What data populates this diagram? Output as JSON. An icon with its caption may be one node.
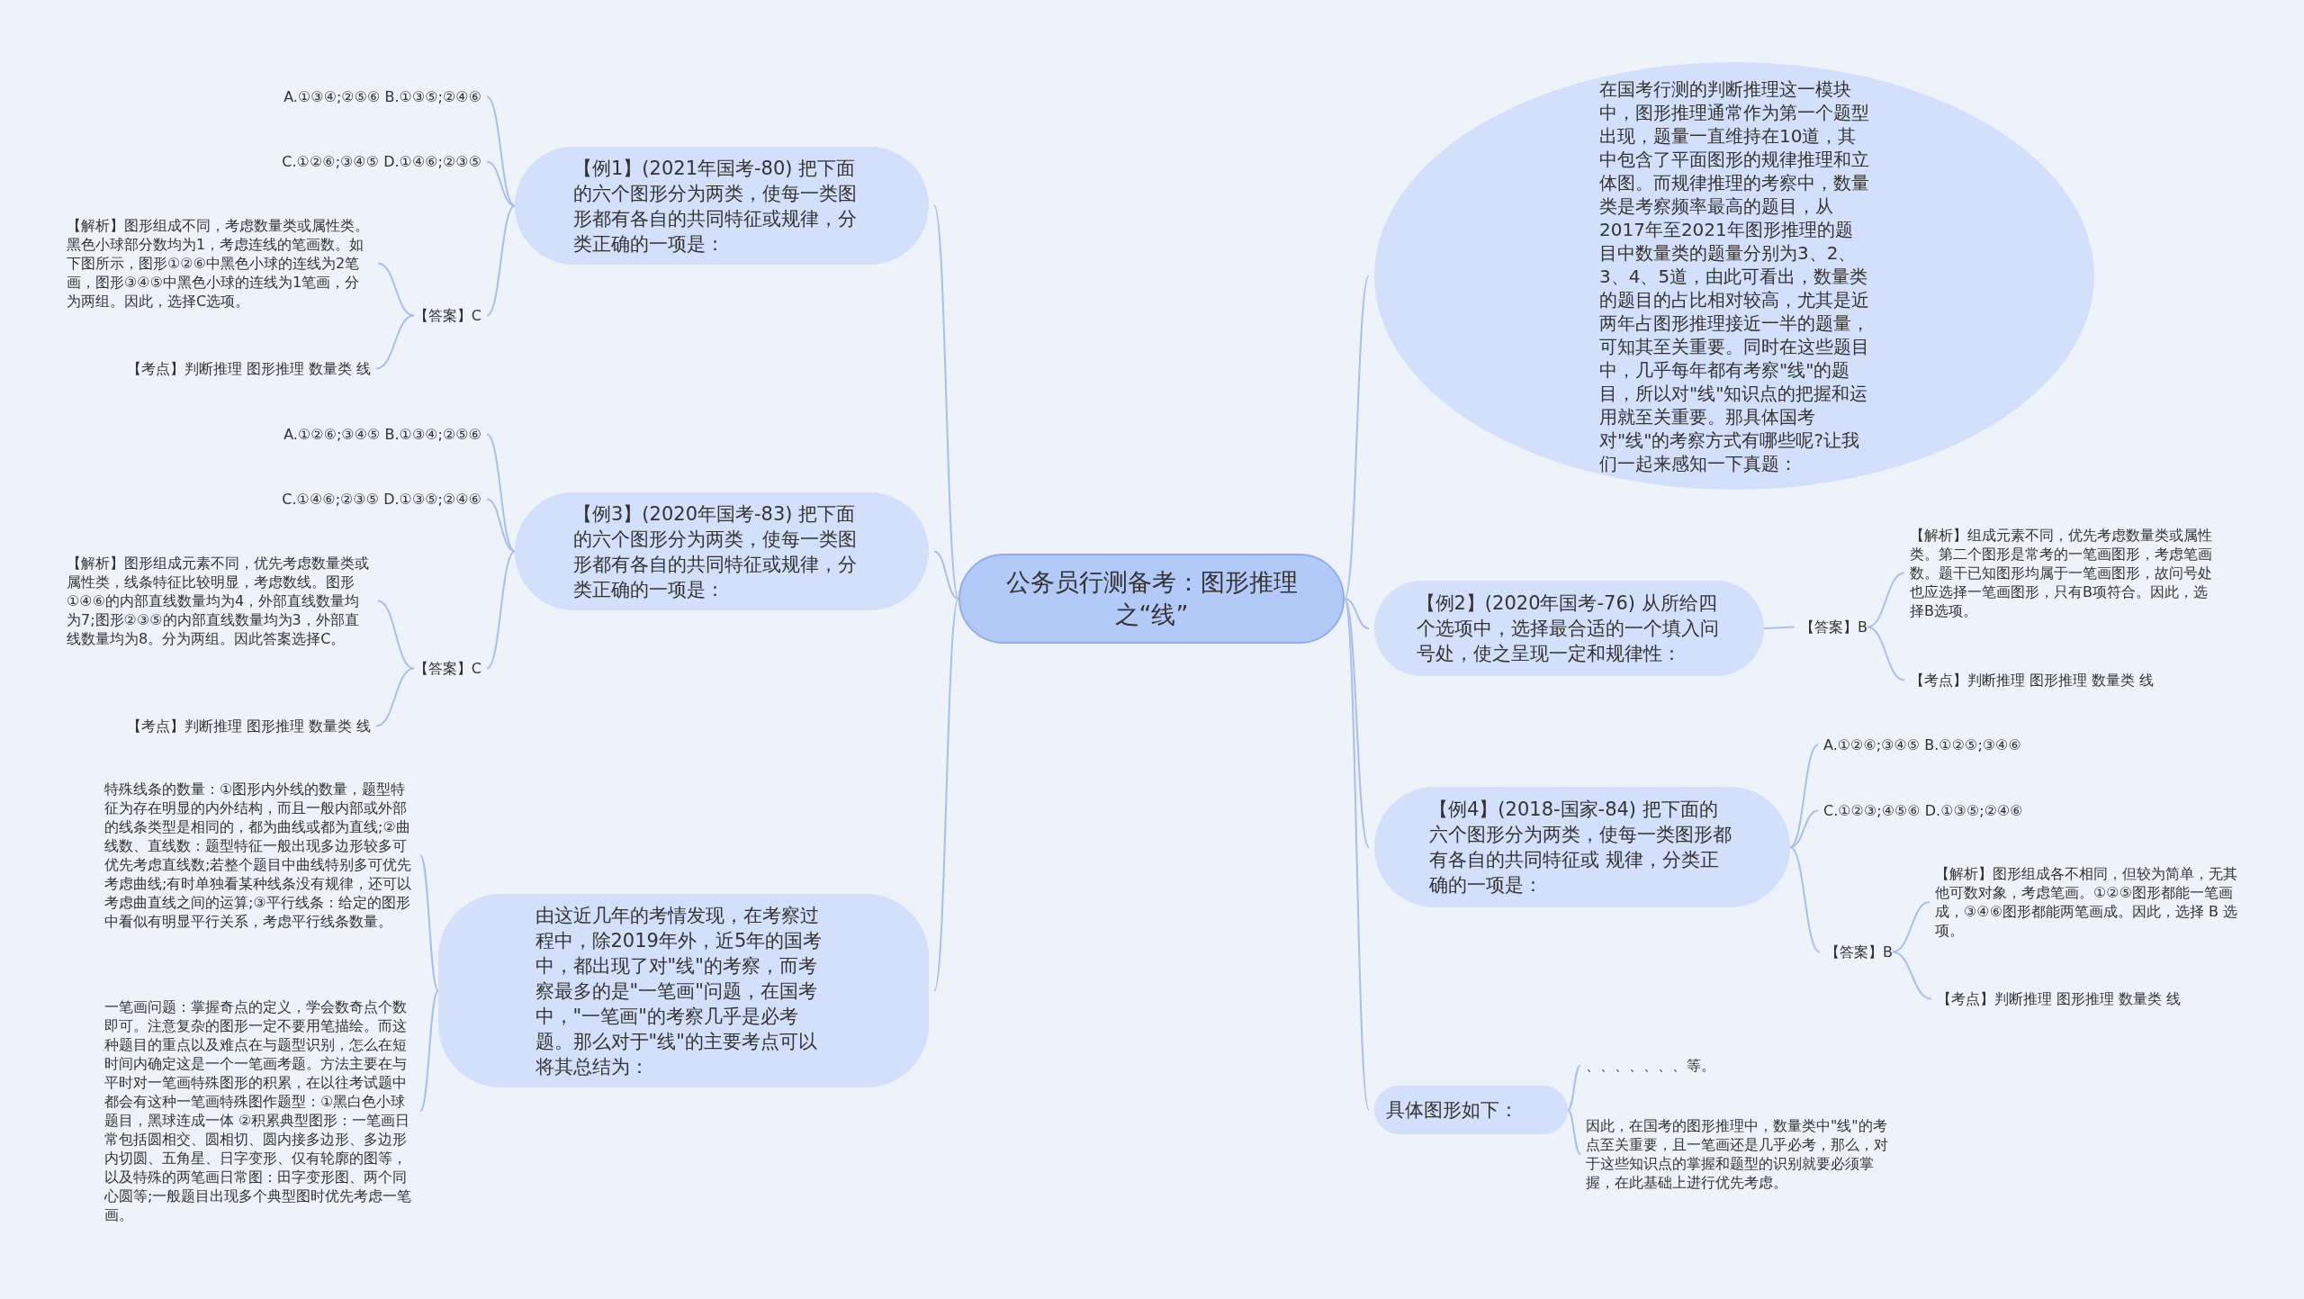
{
  "diagram": {
    "nodes": [
      {
        "text": [
          "公务员行测备考：图形推理之“线”"
        ]
      },
      {
        "text": [
          "【例1】(2021年国考-80) 把下面的六个图形分为两类，使每一类图形都有各自的共同特征或规律，分类正确的一项是："
        ]
      },
      {
        "text": [
          "A.①③④;②⑤⑥ B.①③⑤;②④⑥"
        ]
      },
      {
        "text": [
          "C.①②⑥;③④⑤ D.①④⑥;②③⑤"
        ]
      },
      {
        "text": [
          "【答案】C"
        ]
      },
      {
        "text": [
          "【解析】图形组成不同，考虑数量类或属性类。黑色小球部分数均为1，考虑连线的笔画数。如下图所示，图形①②⑥中黑色小球的连线为2笔画，图形③④⑤中黑色小球的连线为1笔画，分为两组。因此，选择C选项。"
        ]
      },
      {
        "text": [
          "【考点】判断推理 图形推理 数量类 线"
        ]
      },
      {
        "text": [
          "【例3】(2020年国考-83) 把下面的六个图形分为两类，使每一类图形都有各自的共同特征或规律，分类正确的一项是："
        ]
      },
      {
        "text": [
          "A.①②⑥;③④⑤ B.①③④;②⑤⑥"
        ]
      },
      {
        "text": [
          "C.①④⑥;②③⑤ D.①③⑤;②④⑥"
        ]
      },
      {
        "text": [
          "【答案】C"
        ]
      },
      {
        "text": [
          "【解析】图形组成元素不同，优先考虑数量类或属性类，线条特征比较明显，考虑数线。图形①④⑥的内部直线数量均为4，外部直线数量均为7;图形②③⑤的内部直线数量均为3，外部直线数量均为8。分为两组。因此答案选择C。"
        ]
      },
      {
        "text": [
          "【考点】判断推理 图形推理 数量类 线"
        ]
      },
      {
        "text": [
          "由这近几年的考情发现，在考察过程中，除2019年外，近5年的国考中，都出现了对\"线\"的考察，而考察最多的是\"一笔画\"问题，在国考中，\"一笔画\"的考察几乎是必考题。那么对于\"线\"的主要考点可以将其总结为："
        ]
      },
      {
        "text": [
          "特殊线条的数量：①图形内外线的数量，题型特征为存在明显的内外结构，而且一般内部或外部的线条类型是相同的，都为曲线或都为直线;②曲线数、直线数：题型特征一般出现多边形较多可优先考虑直线数;若整个题目中曲线特别多可优先考虑曲线;有时单独看某种线条没有规律，还可以考虑曲直线之间的运算;③平行线条：给定的图形中看似有明显平行关系，考虑平行线条数量。"
        ]
      },
      {
        "text": [
          "一笔画问题：掌握奇点的定义，学会数奇点个数即可。注意复杂的图形一定不要用笔描绘。而这种题目的重点以及难点在与题型识别，怎么在短时间内确定这是一个一笔画考题。方法主要在与平时对一笔画特殊图形的积累，在以往考试题中都会有这种一笔画特殊图作题型：①黑白色小球题目，黑球连成一体 ②积累典型图形：一笔画日常包括圆相交、圆相切、圆内接多边形、多边形内切圆、五角星、日字变形、仅有轮廓的图等，以及特殊的两笔画日常图：田字变形图、两个同心圆等;一般题目出现多个典型图时优先考虑一笔画。"
        ]
      },
      {
        "text": [
          "在国考行测的判断推理这一模块中，图形推理通常作为第一个题型出现，题量一直维持在10道，其中包含了平面图形的规律推理和立体图。而规律推理的考察中，数量类是考察频率最高的题目，从2017年至2021年图形推理的题目中数量类的题量分别为3、2、3、4、5道，由此可看出，数量类的题目的占比相对较高，尤其是近两年占图形推理接近一半的题量，可知其至关重要。同时在这些题目中，几乎每年都有考察\"线\"的题目，所以对\"线\"知识点的把握和运用就至关重要。那具体国考对\"线\"的考察方式有哪些呢?让我们一起来感知一下真题："
        ]
      },
      {
        "text": [
          "【例2】(2020年国考-76) 从所给四个选项中，选择最合适的一个填入问号处，使之呈现一定和规律性："
        ]
      },
      {
        "text": [
          "【答案】B"
        ]
      },
      {
        "text": [
          "【解析】组成元素不同，优先考虑数量类或属性类。第二个图形是常考的一笔画图形，考虑笔画数。题干已知图形均属于一笔画图形，故问号处也应选择一笔画图形，只有B项符合。因此，选择B选项。"
        ]
      },
      {
        "text": [
          "【考点】判断推理 图形推理 数量类 线"
        ]
      },
      {
        "text": [
          "【例4】(2018-国家-84) 把下面的六个图形分为两类，使每一类图形都有各自的共同特征或 规律，分类正确的一项是："
        ]
      },
      {
        "text": [
          "A.①②⑥;③④⑤ B.①②⑤;③④⑥"
        ]
      },
      {
        "text": [
          "C.①②③;④⑤⑥ D.①③⑤;②④⑥"
        ]
      },
      {
        "text": [
          "【答案】B"
        ]
      },
      {
        "text": [
          "【解析】图形组成各不相同，但较为简单，无其他可数对象，考虑笔画。①②⑤图形都能一笔画成，③④⑥图形都能两笔画成。因此，选择 B 选项。"
        ]
      },
      {
        "text": [
          "【考点】判断推理 图形推理 数量类 线"
        ]
      },
      {
        "text": [
          "具体图形如下："
        ]
      },
      {
        "text": [
          "、、、、、、、等。"
        ]
      },
      {
        "text": [
          "因此，在国考的图形推理中，数量类中\"线\"的考点至关重要，且一笔画还是几乎必考，那么，对于这些知识点的掌握和题型的识别就要必须掌握，在此基础上进行优先考虑。"
        ]
      }
    ],
    "edges": [
      {
        "from": 0,
        "to": 1,
        "arrow": "none"
      },
      {
        "from": 1,
        "to": 2,
        "arrow": "none"
      },
      {
        "from": 1,
        "to": 3,
        "arrow": "none"
      },
      {
        "from": 1,
        "to": 4,
        "arrow": "none"
      },
      {
        "from": 4,
        "to": 5,
        "arrow": "none"
      },
      {
        "from": 4,
        "to": 6,
        "arrow": "none"
      },
      {
        "from": 0,
        "to": 7,
        "arrow": "none"
      },
      {
        "from": 7,
        "to": 8,
        "arrow": "none"
      },
      {
        "from": 7,
        "to": 9,
        "arrow": "none"
      },
      {
        "from": 7,
        "to": 10,
        "arrow": "none"
      },
      {
        "from": 10,
        "to": 11,
        "arrow": "none"
      },
      {
        "from": 10,
        "to": 12,
        "arrow": "none"
      },
      {
        "from": 0,
        "to": 13,
        "arrow": "none"
      },
      {
        "from": 13,
        "to": 14,
        "arrow": "none"
      },
      {
        "from": 13,
        "to": 15,
        "arrow": "none"
      },
      {
        "from": 0,
        "to": 16,
        "arrow": "none"
      },
      {
        "from": 0,
        "to": 17,
        "arrow": "none"
      },
      {
        "from": 17,
        "to": 18,
        "arrow": "none"
      },
      {
        "from": 18,
        "to": 19,
        "arrow": "none"
      },
      {
        "from": 18,
        "to": 20,
        "arrow": "none"
      },
      {
        "from": 0,
        "to": 21,
        "arrow": "none"
      },
      {
        "from": 21,
        "to": 22,
        "arrow": "none"
      },
      {
        "from": 21,
        "to": 23,
        "arrow": "none"
      },
      {
        "from": 21,
        "to": 24,
        "arrow": "none"
      },
      {
        "from": 24,
        "to": 25,
        "arrow": "none"
      },
      {
        "from": 24,
        "to": 26,
        "arrow": "none"
      },
      {
        "from": 0,
        "to": 27,
        "arrow": "none"
      },
      {
        "from": 27,
        "to": 28,
        "arrow": "none"
      },
      {
        "from": 27,
        "to": 29,
        "arrow": "none"
      }
    ]
  }
}
